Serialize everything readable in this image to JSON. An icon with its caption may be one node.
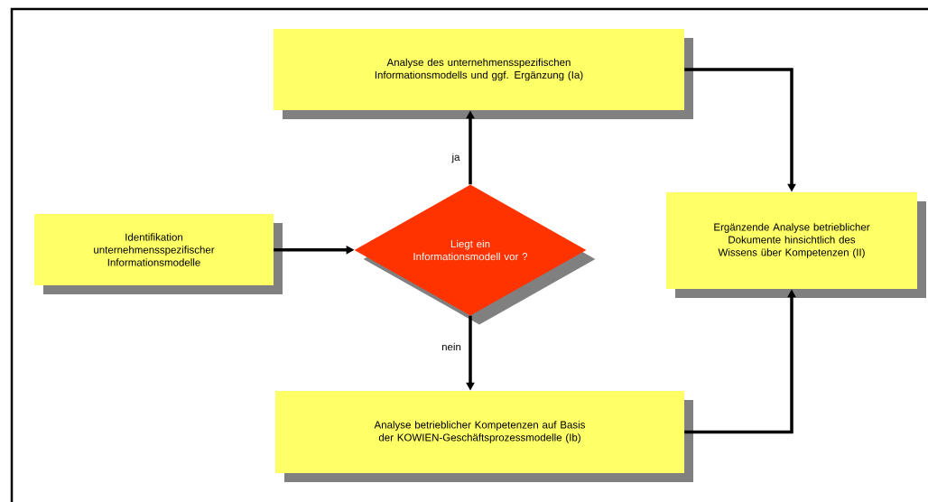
{
  "diagram": {
    "nodes": [
      {
        "text": [
          "Identifikation unternehmensspezifischer Informationsmodelle"
        ]
      },
      {
        "text": [
          "Liegt ein Informationsmodell vor ?"
        ]
      },
      {
        "text": [
          "Analyse des unternehmensspezifischen Informationsmodells und ggf. Ergänzung (Ia)"
        ]
      },
      {
        "text": [
          "Analyse betrieblicher Kompetenzen auf Basis der KOWIEN-Geschäftsprozessmodelle (Ib)"
        ]
      },
      {
        "text": [
          "Ergänzende Analyse betrieblicher Dokumente hinsichtlich des Wissens über Kompetenzen (II)"
        ]
      }
    ],
    "edges": [
      {
        "from": 0,
        "to": 1,
        "arrow": "to"
      },
      {
        "from": 1,
        "to": 2,
        "arrow": "to",
        "label": "ja"
      },
      {
        "from": 1,
        "to": 3,
        "arrow": "to",
        "label": "nein"
      },
      {
        "from": 2,
        "to": 4,
        "arrow": "to"
      },
      {
        "from": 3,
        "to": 4,
        "arrow": "to"
      }
    ]
  }
}
